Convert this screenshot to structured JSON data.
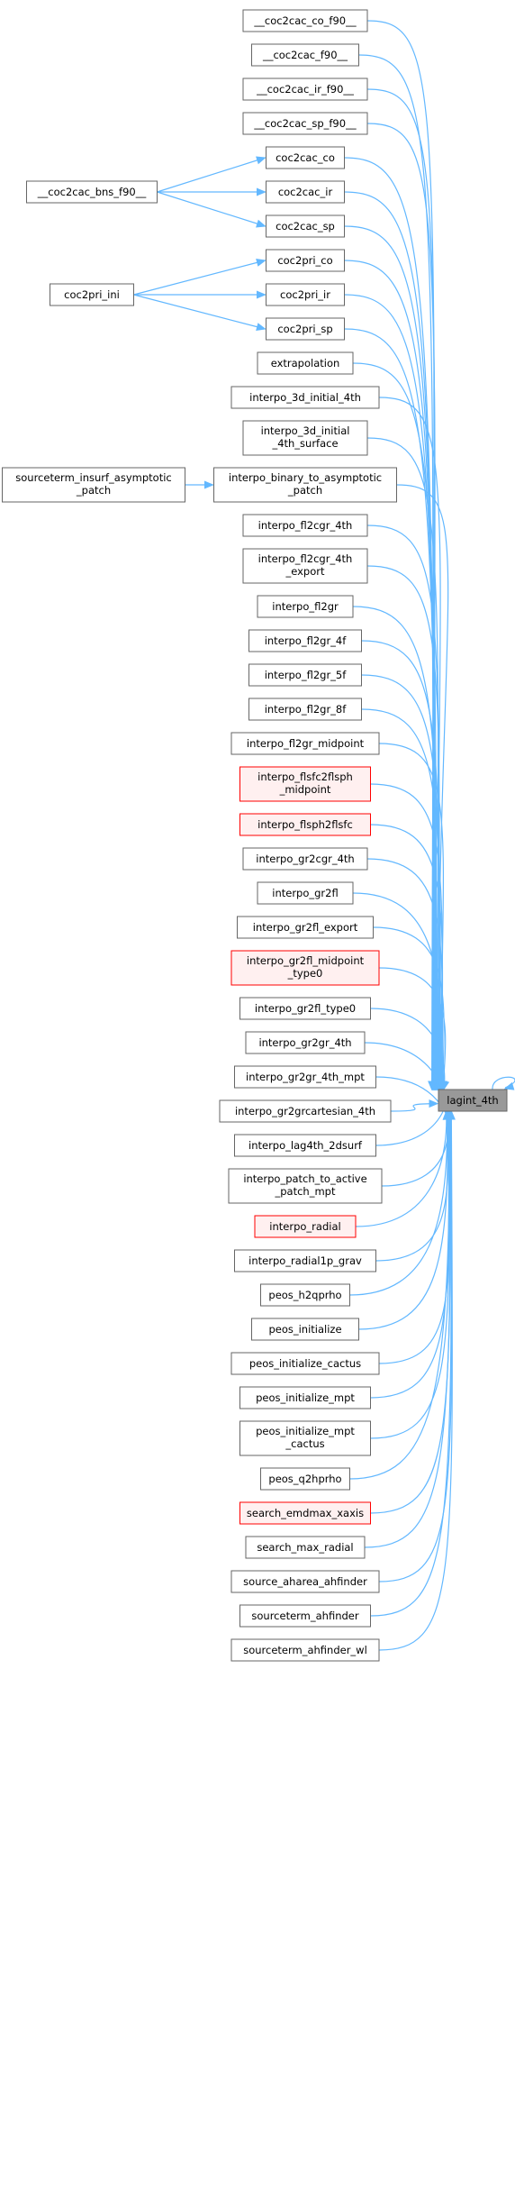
{
  "graph": {
    "target": "lagint_4th",
    "callers": [
      {
        "id": "n_coc2cac_co_f90",
        "lines": [
          "__coc2cac_co_f90__"
        ],
        "red": false
      },
      {
        "id": "n_coc2cac_f90",
        "lines": [
          "__coc2cac_f90__"
        ],
        "red": false
      },
      {
        "id": "n_coc2cac_ir_f90",
        "lines": [
          "__coc2cac_ir_f90__"
        ],
        "red": false
      },
      {
        "id": "n_coc2cac_sp_f90",
        "lines": [
          "__coc2cac_sp_f90__"
        ],
        "red": false
      },
      {
        "id": "n_coc2cac_co",
        "lines": [
          "coc2cac_co"
        ],
        "red": false
      },
      {
        "id": "n_coc2cac_ir",
        "lines": [
          "coc2cac_ir"
        ],
        "red": false
      },
      {
        "id": "n_coc2cac_sp",
        "lines": [
          "coc2cac_sp"
        ],
        "red": false
      },
      {
        "id": "n_coc2pri_co",
        "lines": [
          "coc2pri_co"
        ],
        "red": false
      },
      {
        "id": "n_coc2pri_ir",
        "lines": [
          "coc2pri_ir"
        ],
        "red": false
      },
      {
        "id": "n_coc2pri_sp",
        "lines": [
          "coc2pri_sp"
        ],
        "red": false
      },
      {
        "id": "n_extrapolation",
        "lines": [
          "extrapolation"
        ],
        "red": false
      },
      {
        "id": "n_interpo_3d_initial_4th",
        "lines": [
          "interpo_3d_initial_4th"
        ],
        "red": false
      },
      {
        "id": "n_interpo_3d_initial_4th_surface",
        "lines": [
          "interpo_3d_initial",
          "_4th_surface"
        ],
        "red": false
      },
      {
        "id": "n_interpo_binary_to_asymptotic_patch",
        "lines": [
          "interpo_binary_to_asymptotic",
          "_patch"
        ],
        "red": false
      },
      {
        "id": "n_interpo_fl2cgr_4th",
        "lines": [
          "interpo_fl2cgr_4th"
        ],
        "red": false
      },
      {
        "id": "n_interpo_fl2cgr_4th_export",
        "lines": [
          "interpo_fl2cgr_4th",
          "_export"
        ],
        "red": false
      },
      {
        "id": "n_interpo_fl2gr",
        "lines": [
          "interpo_fl2gr"
        ],
        "red": false
      },
      {
        "id": "n_interpo_fl2gr_4f",
        "lines": [
          "interpo_fl2gr_4f"
        ],
        "red": false
      },
      {
        "id": "n_interpo_fl2gr_5f",
        "lines": [
          "interpo_fl2gr_5f"
        ],
        "red": false
      },
      {
        "id": "n_interpo_fl2gr_8f",
        "lines": [
          "interpo_fl2gr_8f"
        ],
        "red": false
      },
      {
        "id": "n_interpo_fl2gr_midpoint",
        "lines": [
          "interpo_fl2gr_midpoint"
        ],
        "red": false
      },
      {
        "id": "n_interpo_flsfc2flsph_midpoint",
        "lines": [
          "interpo_flsfc2flsph",
          "_midpoint"
        ],
        "red": true
      },
      {
        "id": "n_interpo_flsph2flsfc",
        "lines": [
          "interpo_flsph2flsfc"
        ],
        "red": true
      },
      {
        "id": "n_interpo_gr2cgr_4th",
        "lines": [
          "interpo_gr2cgr_4th"
        ],
        "red": false
      },
      {
        "id": "n_interpo_gr2fl",
        "lines": [
          "interpo_gr2fl"
        ],
        "red": false
      },
      {
        "id": "n_interpo_gr2fl_export",
        "lines": [
          "interpo_gr2fl_export"
        ],
        "red": false
      },
      {
        "id": "n_interpo_gr2fl_midpoint_type0",
        "lines": [
          "interpo_gr2fl_midpoint",
          "_type0"
        ],
        "red": true
      },
      {
        "id": "n_interpo_gr2fl_type0",
        "lines": [
          "interpo_gr2fl_type0"
        ],
        "red": false
      },
      {
        "id": "n_interpo_gr2gr_4th",
        "lines": [
          "interpo_gr2gr_4th"
        ],
        "red": false
      },
      {
        "id": "n_interpo_gr2gr_4th_mpt",
        "lines": [
          "interpo_gr2gr_4th_mpt"
        ],
        "red": false
      },
      {
        "id": "n_interpo_gr2grcartesian_4th",
        "lines": [
          "interpo_gr2grcartesian_4th"
        ],
        "red": false
      },
      {
        "id": "n_interpo_lag4th_2dsurf",
        "lines": [
          "interpo_lag4th_2dsurf"
        ],
        "red": false
      },
      {
        "id": "n_interpo_patch_to_active_patch_mpt",
        "lines": [
          "interpo_patch_to_active",
          "_patch_mpt"
        ],
        "red": false
      },
      {
        "id": "n_interpo_radial",
        "lines": [
          "interpo_radial"
        ],
        "red": true
      },
      {
        "id": "n_interpo_radial1p_grav",
        "lines": [
          "interpo_radial1p_grav"
        ],
        "red": false
      },
      {
        "id": "n_peos_h2qprho",
        "lines": [
          "peos_h2qprho"
        ],
        "red": false
      },
      {
        "id": "n_peos_initialize",
        "lines": [
          "peos_initialize"
        ],
        "red": false
      },
      {
        "id": "n_peos_initialize_cactus",
        "lines": [
          "peos_initialize_cactus"
        ],
        "red": false
      },
      {
        "id": "n_peos_initialize_mpt",
        "lines": [
          "peos_initialize_mpt"
        ],
        "red": false
      },
      {
        "id": "n_peos_initialize_mpt_cactus",
        "lines": [
          "peos_initialize_mpt",
          "_cactus"
        ],
        "red": false
      },
      {
        "id": "n_peos_q2hprho",
        "lines": [
          "peos_q2hprho"
        ],
        "red": false
      },
      {
        "id": "n_search_emdmax_xaxis",
        "lines": [
          "search_emdmax_xaxis"
        ],
        "red": true
      },
      {
        "id": "n_search_max_radial",
        "lines": [
          "search_max_radial"
        ],
        "red": false
      },
      {
        "id": "n_source_aharea_ahfinder",
        "lines": [
          "source_aharea_ahfinder"
        ],
        "red": false
      },
      {
        "id": "n_sourceterm_ahfinder",
        "lines": [
          "sourceterm_ahfinder"
        ],
        "red": false
      },
      {
        "id": "n_sourceterm_ahfinder_wl",
        "lines": [
          "sourceterm_ahfinder_wl"
        ],
        "red": false
      }
    ],
    "second_level": [
      {
        "id": "n_coc2cac_bns_f90",
        "lines": [
          "__coc2cac_bns_f90__"
        ],
        "calls": [
          "n_coc2cac_co",
          "n_coc2cac_ir",
          "n_coc2cac_sp"
        ]
      },
      {
        "id": "n_coc2pri_ini",
        "lines": [
          "coc2pri_ini"
        ],
        "calls": [
          "n_coc2pri_co",
          "n_coc2pri_ir",
          "n_coc2pri_sp"
        ]
      },
      {
        "id": "n_sourceterm_insurf_asymptotic_patch",
        "lines": [
          "sourceterm_insurf_asymptotic",
          "_patch"
        ],
        "calls": [
          "n_interpo_binary_to_asymptotic_patch"
        ]
      }
    ]
  }
}
